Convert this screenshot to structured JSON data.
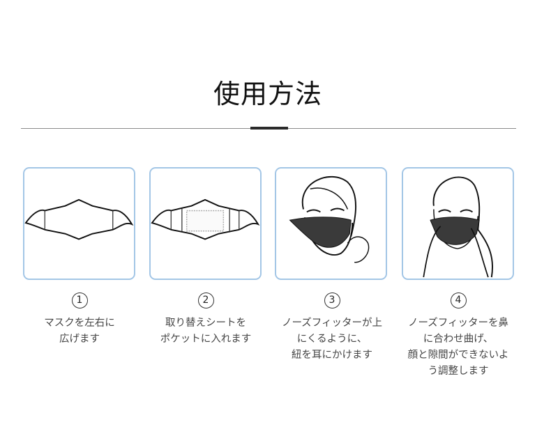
{
  "title": "使用方法",
  "steps": [
    {
      "number": "1",
      "lines": [
        "マスクを左右に",
        "広げます"
      ]
    },
    {
      "number": "2",
      "lines": [
        "取り替えシートを",
        "ポケットに入れます"
      ]
    },
    {
      "number": "3",
      "lines": [
        "ノーズフィッターが上",
        "にくるように、",
        "紐を耳にかけます"
      ]
    },
    {
      "number": "4",
      "lines": [
        "ノーズフィッターを鼻",
        "に合わせ曲げ、",
        "顔と隙間ができないよ",
        "う調整します"
      ]
    }
  ],
  "colors": {
    "card_border": "#a3c6e6",
    "accent_rule": "#2a2a2a"
  }
}
